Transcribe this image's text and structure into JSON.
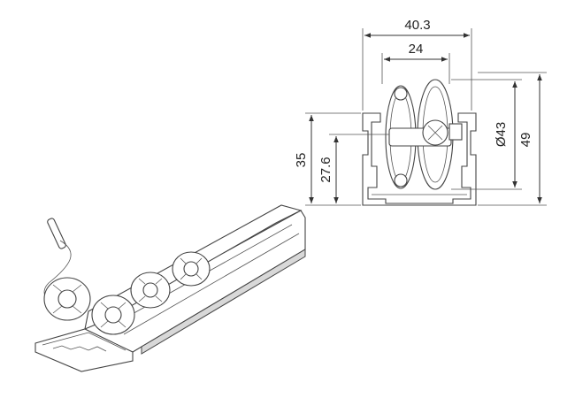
{
  "dimensions": {
    "width_overall": "40.3",
    "width_inner": "24",
    "diameter": "Ø43",
    "height_overall": "49",
    "height_rail": "35",
    "height_axis": "27.6"
  }
}
